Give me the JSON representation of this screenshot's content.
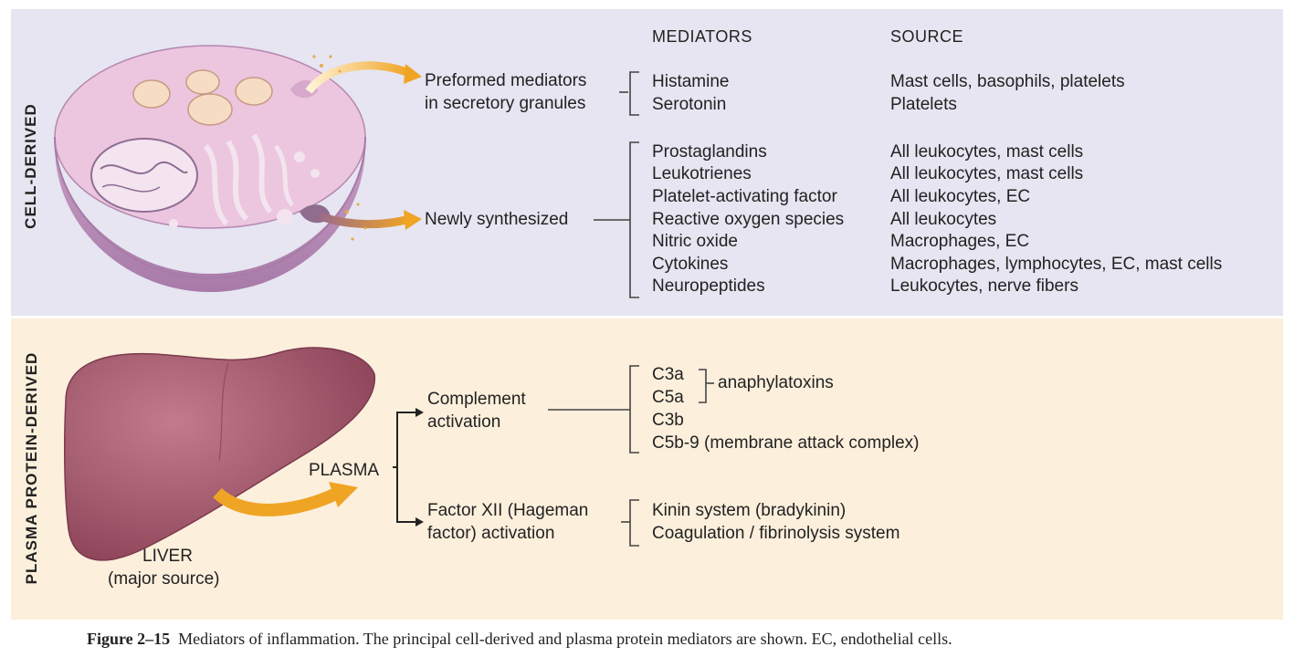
{
  "sections": {
    "cell_derived": "CELL-DERIVED",
    "plasma_derived": "PLASMA PROTEIN-DERIVED"
  },
  "headers": {
    "mediators": "MEDIATORS",
    "source": "SOURCE"
  },
  "cell": {
    "preformed": {
      "line1": "Preformed mediators",
      "line2": "in secretory granules"
    },
    "newly": "Newly synthesized",
    "preformed_rows": [
      {
        "mediator": "Histamine",
        "source": "Mast cells, basophils, platelets"
      },
      {
        "mediator": "Serotonin",
        "source": "Platelets"
      }
    ],
    "newly_rows": [
      {
        "mediator": "Prostaglandins",
        "source": "All leukocytes, mast cells"
      },
      {
        "mediator": "Leukotrienes",
        "source": "All leukocytes, mast cells"
      },
      {
        "mediator": "Platelet-activating factor",
        "source": "All leukocytes, EC"
      },
      {
        "mediator": "Reactive oxygen species",
        "source": "All leukocytes"
      },
      {
        "mediator": "Nitric oxide",
        "source": "Macrophages, EC"
      },
      {
        "mediator": "Cytokines",
        "source": "Macrophages, lymphocytes, EC, mast cells"
      },
      {
        "mediator": "Neuropeptides",
        "source": "Leukocytes, nerve fibers"
      }
    ]
  },
  "plasma": {
    "liver": {
      "line1": "LIVER",
      "line2": "(major source)"
    },
    "plasma_label": "PLASMA",
    "complement": {
      "line1": "Complement",
      "line2": "activation"
    },
    "complement_items": [
      "C3a",
      "C5a",
      "C3b",
      "C5b-9 (membrane attack complex)"
    ],
    "anaphylatoxins": "anaphylatoxins",
    "factor": {
      "line1": "Factor XII (Hageman",
      "line2": "factor) activation"
    },
    "factor_items": [
      "Kinin system (bradykinin)",
      "Coagulation / fibrinolysis system"
    ]
  },
  "caption": {
    "label": "Figure 2–15",
    "text": "Mediators of inflammation. The principal cell-derived and plasma protein mediators are shown. EC, endothelial cells."
  },
  "colors": {
    "cell_panel": "#e6e5f1",
    "plasma_panel": "#fcefdc",
    "cell_body": "#e9bfd9",
    "liver": "#a35a6d",
    "arrow": "#f0a424"
  }
}
